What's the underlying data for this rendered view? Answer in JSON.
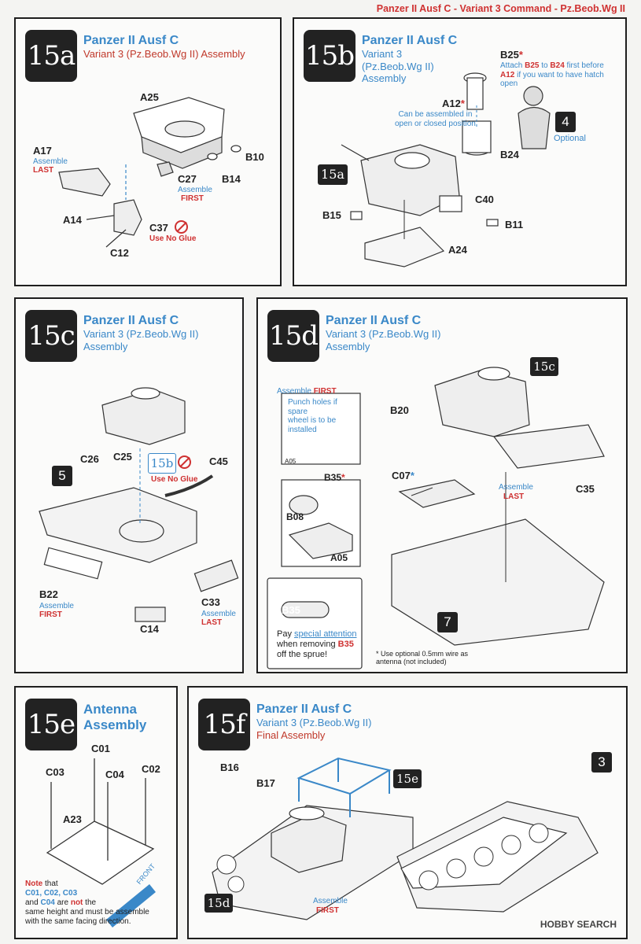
{
  "header": {
    "title": "Panzer II Ausf C - Variant 3 Command - Pz.Beob.Wg II"
  },
  "panels": {
    "p15a": {
      "badge": "15a",
      "title": "Panzer II Ausf C",
      "subtitle": "Variant 3 (Pz.Beob.Wg II) Assembly",
      "parts": {
        "a25": "A25",
        "a17": "A17",
        "b10": "B10",
        "c27": "C27",
        "b14": "B14",
        "a14": "A14",
        "c37": "C37",
        "c12": "C12"
      },
      "notes": {
        "a17_line1": "Assemble",
        "a17_line2": "LAST",
        "c27_line1": "Assemble",
        "c27_line2": "FIRST",
        "c37": "Use No Glue"
      }
    },
    "p15b": {
      "badge": "15b",
      "title": "Panzer II Ausf C",
      "sub1": "Variant 3",
      "sub2": "(Pz.Beob.Wg II)",
      "sub3": "Assembly",
      "parts": {
        "b25": "B25",
        "a12": "A12",
        "b24": "B24",
        "c40": "C40",
        "b15": "B15",
        "b11": "B11",
        "a24": "A24"
      },
      "ref": "15a",
      "num": "4",
      "optional": "Optional",
      "notes": {
        "a12_1": "Can be assembled in",
        "a12_2": "open or closed position",
        "b25_a": "Attach ",
        "b25_b": "B25",
        "b25_c": " to ",
        "b25_d": "B24",
        "b25_e": " first before",
        "b25_f": "A12",
        "b25_g": " if you want to have hatch",
        "b25_h": "open"
      }
    },
    "p15c": {
      "badge": "15c",
      "title": "Panzer II Ausf C",
      "sub1": "Variant 3 (Pz.Beob.Wg II)",
      "sub2": "Assembly",
      "parts": {
        "c26": "C26",
        "c25": "C25",
        "c45": "C45",
        "b22": "B22",
        "c33": "C33",
        "c14": "C14"
      },
      "num": "5",
      "ref": "15b",
      "notes": {
        "noglue": "Use No Glue",
        "b22_1": "Assemble",
        "b22_2": "FIRST",
        "c33_1": "Assemble",
        "c33_2": "LAST"
      }
    },
    "p15d": {
      "badge": "15d",
      "title": "Panzer II Ausf C",
      "sub1": "Variant 3 (Pz.Beob.Wg II)",
      "sub2": "Assembly",
      "parts": {
        "b20": "B20",
        "c07": "C07",
        "c35": "C35",
        "b35": "B35",
        "b08": "B08",
        "a05": "A05",
        "a05_small": "A05",
        "b35_callout": "B35"
      },
      "ref": "15c",
      "num": "7",
      "notes": {
        "assemble_first_1": "Assemble ",
        "assemble_first_2": "FIRST",
        "punch_1": "Punch holes if spare",
        "punch_2": "wheel is to be installed",
        "c35_1": "Assemble",
        "c35_2": "LAST",
        "pay_1": "Pay ",
        "pay_2": "special attention",
        "pay_3": "when removing ",
        "pay_4": "B35",
        "pay_5": "off the sprue!",
        "wire_1": "* Use optional 0.5mm wire as",
        "wire_2": "antenna (not included)"
      }
    },
    "p15e": {
      "badge": "15e",
      "title1": "Antenna",
      "title2": "Assembly",
      "parts": {
        "c01": "C01",
        "c03": "C03",
        "c04": "C04",
        "c02": "C02",
        "a23": "A23"
      },
      "front": "FRONT",
      "notes": {
        "n1": "Note",
        "n2": " that",
        "n3": "C01, C02, C03",
        "n4": "and ",
        "n5": "C04",
        "n6": " are ",
        "n7": "not",
        "n8": " the",
        "n9": "same height and must be assemble",
        "n10": "with the same facing direction."
      }
    },
    "p15f": {
      "badge": "15f",
      "title": "Panzer II Ausf C",
      "sub1": "Variant 3 (Pz.Beob.Wg II)",
      "sub2": "Final Assembly",
      "parts": {
        "b16": "B16",
        "b17": "B17"
      },
      "ref_e": "15e",
      "ref_d": "15d",
      "num": "3",
      "notes": {
        "first_1": "Assemble",
        "first_2": "FIRST"
      }
    }
  },
  "watermark": "HOBBY SEARCH",
  "colors": {
    "accent_blue": "#3a88c8",
    "accent_red": "#cf3131",
    "badge": "#222222"
  }
}
